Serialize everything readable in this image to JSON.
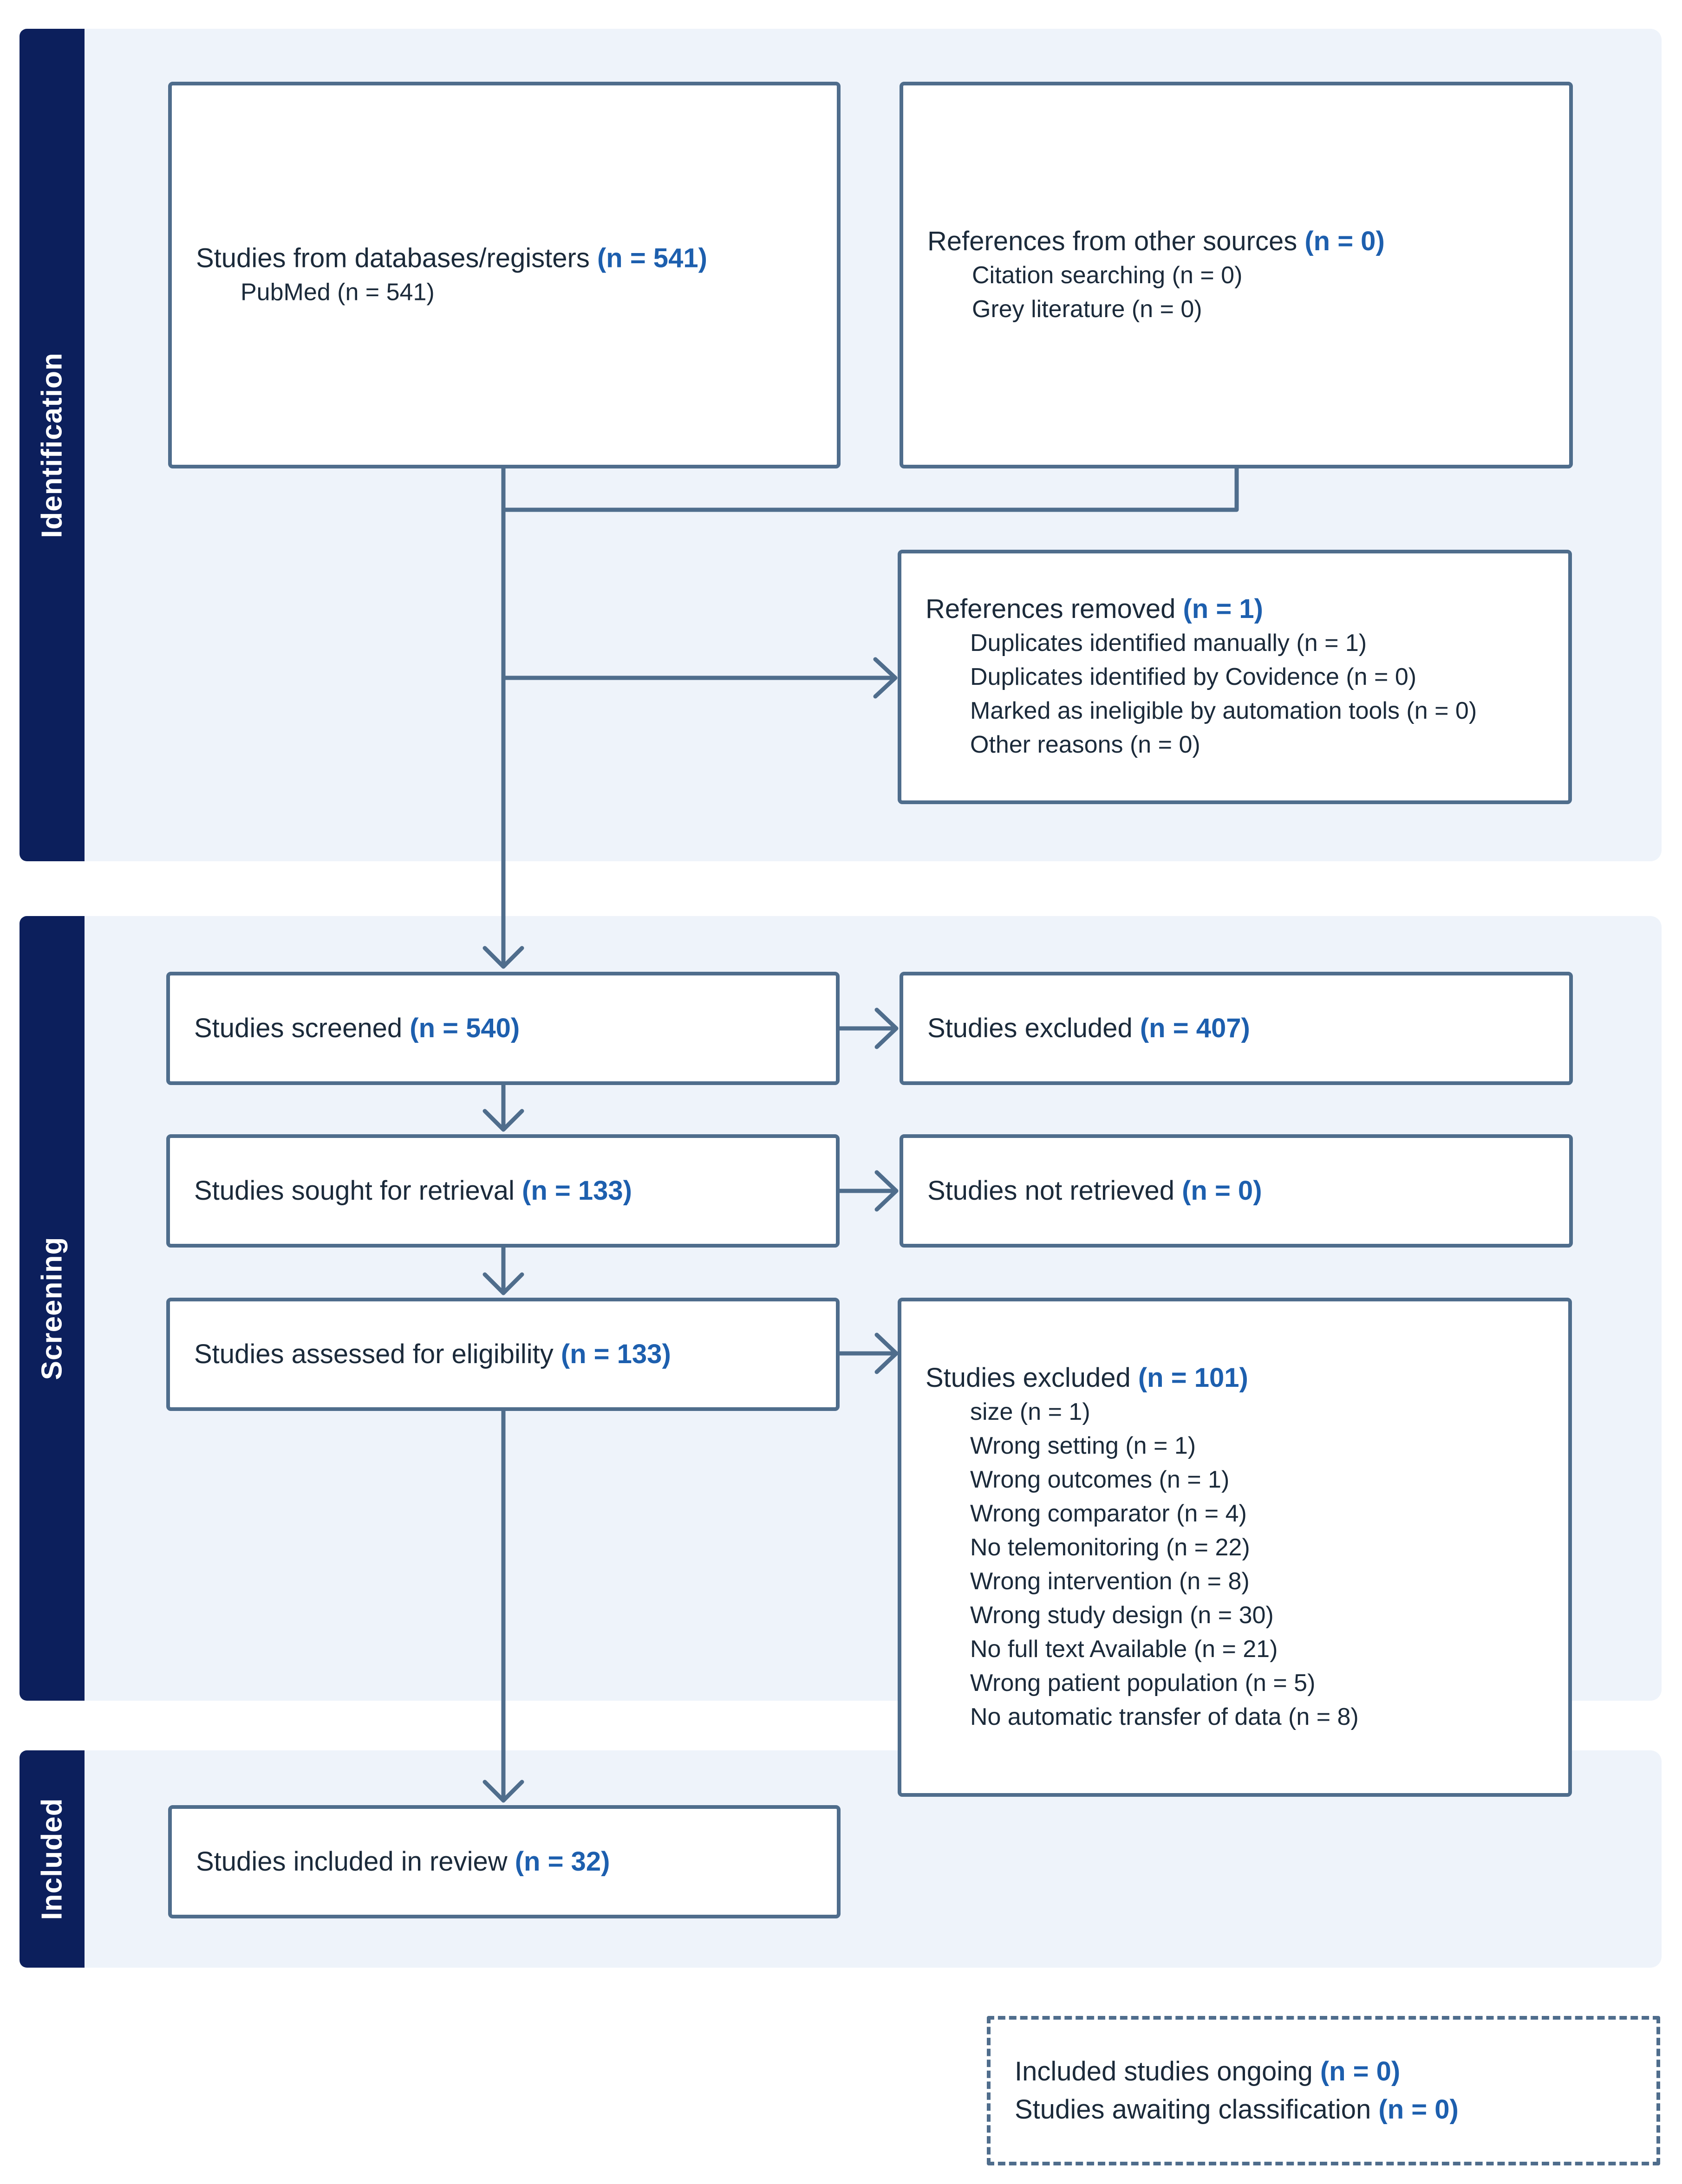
{
  "sections": {
    "identification": "Identification",
    "screening": "Screening",
    "included": "Included"
  },
  "databases": {
    "label": "Studies from databases/registers ",
    "count": "(n = 541)",
    "items": [
      "PubMed (n = 541)"
    ]
  },
  "other_sources": {
    "label": "References from other sources ",
    "count": "(n = 0)",
    "items": [
      "Citation searching (n = 0)",
      "Grey literature (n = 0)"
    ]
  },
  "removed": {
    "label": "References removed ",
    "count": "(n = 1)",
    "items": [
      "Duplicates identified manually (n = 1)",
      "Duplicates identified by Covidence (n = 0)",
      "Marked as ineligible by automation tools (n = 0)",
      "Other reasons (n = 0)"
    ]
  },
  "screened": {
    "label": "Studies screened ",
    "count": "(n = 540)"
  },
  "excluded_screen": {
    "label": "Studies excluded ",
    "count": "(n = 407)"
  },
  "sought": {
    "label": "Studies sought for retrieval ",
    "count": "(n = 133)"
  },
  "not_retrieved": {
    "label": "Studies not retrieved ",
    "count": "(n = 0)"
  },
  "assessed": {
    "label": "Studies assessed for eligibility ",
    "count": "(n = 133)"
  },
  "excluded_full": {
    "label": "Studies excluded ",
    "count": "(n = 101)",
    "items": [
      "size (n = 1)",
      "Wrong setting (n = 1)",
      "Wrong outcomes (n = 1)",
      "Wrong comparator (n = 4)",
      "No telemonitoring (n = 22)",
      "Wrong intervention (n = 8)",
      "Wrong study design (n = 30)",
      "No full text Available (n = 21)",
      "Wrong patient population (n = 5)",
      "No automatic transfer of data (n = 8)"
    ]
  },
  "included": {
    "label": "Studies included in review ",
    "count": "(n = 32)"
  },
  "ongoing": {
    "label": "Included studies ongoing ",
    "count": "(n = 0)"
  },
  "awaiting": {
    "label": "Studies awaiting classification ",
    "count": "(n = 0)"
  },
  "colors": {
    "sidebar": "#0c1f5c",
    "panel": "#eef3fa",
    "border": "#4f6d8c",
    "count_text": "#1d5fae"
  }
}
